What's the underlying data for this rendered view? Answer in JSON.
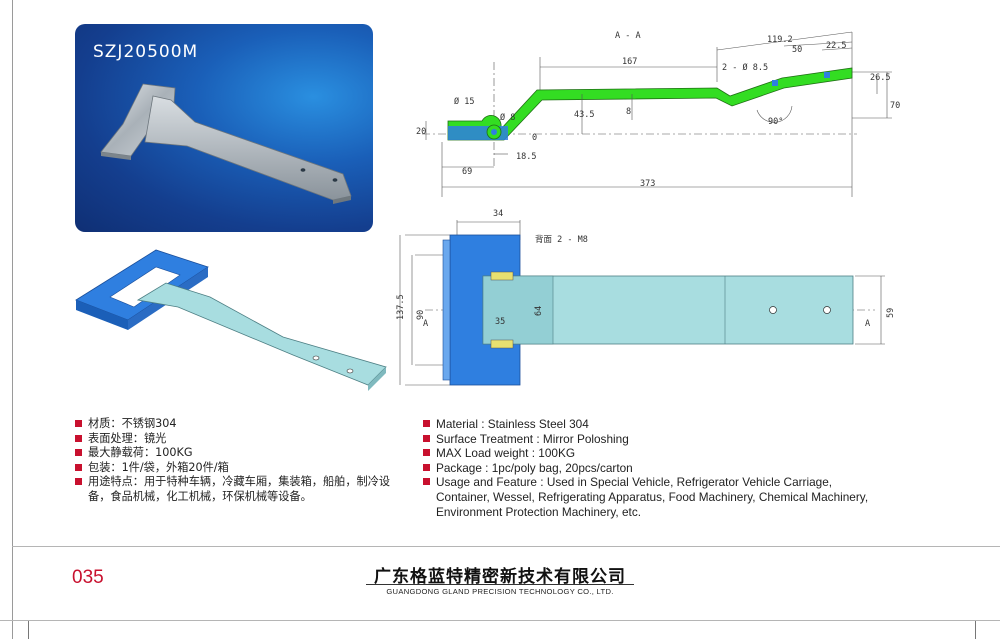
{
  "product": {
    "model": "SZJ20500M"
  },
  "drawing_section": {
    "title": "A - A",
    "dims": {
      "d_119_2": "119.2",
      "d_50": "50",
      "d_22_5": "22.5",
      "d_167": "167",
      "hole_2_d8_5": "2 - Ø 8.5",
      "d_26_5": "26.5",
      "d_70": "70",
      "angle_90": "90°",
      "d_phi15": "Ø 15",
      "d_phi8": "Ø 8",
      "d_43_5": "43.5",
      "d_8": "8",
      "d_0": "0",
      "d_20": "20",
      "d_18_5": "18.5",
      "d_69": "69",
      "d_373": "373"
    }
  },
  "drawing_plan": {
    "dims": {
      "d_34": "34",
      "back_2_m8": "背面 2 - M8",
      "d_137_5": "137.5",
      "d_90": "90",
      "d_64": "64",
      "d_35": "35",
      "d_59": "59",
      "section_a_left": "A",
      "section_a_right": "A"
    }
  },
  "specs_cn": [
    "材质：不锈钢304",
    "表面处理：镜光",
    "最大静载荷：100KG",
    "包装：1件/袋，外箱20件/箱",
    "用途特点：用于特种车辆，冷藏车厢，集装箱，船舶，制冷设备，食品机械，化工机械，环保机械等设备。"
  ],
  "specs_en": [
    "Material : Stainless Steel 304",
    "Surface Treatment : Mirror Poloshing",
    "MAX Load weight : 100KG",
    "Package : 1pc/poly bag,  20pcs/carton",
    "Usage and Feature : Used in Special Vehicle, Refrigerator Vehicle Carriage, Container, Wessel, Refrigerating Apparatus, Food Machinery, Chemical Machinery, Environment Protection Machinery, etc."
  ],
  "footer": {
    "page_number": "035",
    "company_cn": "广东格蓝特精密新技术有限公司",
    "company_en": "GUANGDONG GLAND PRECISION TECHNOLOGY CO., LTD."
  },
  "colors": {
    "accent_red": "#c8102e",
    "cad_green": "#33dd22",
    "cad_blue": "#2f7fe0",
    "cad_teal": "#a8dde0"
  }
}
